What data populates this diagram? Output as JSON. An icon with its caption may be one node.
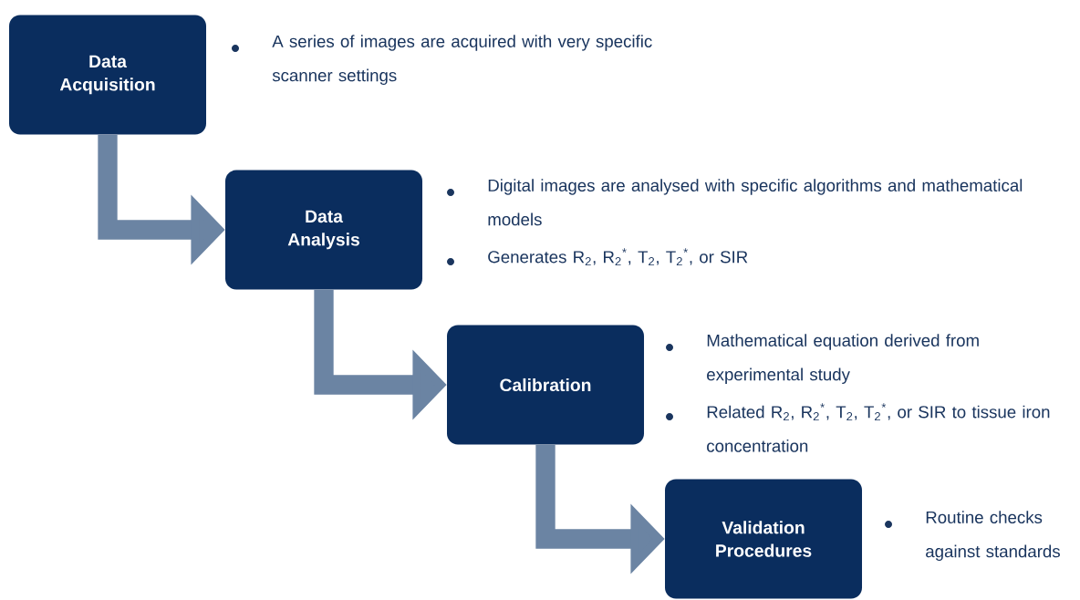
{
  "diagram": {
    "nodes": [
      {
        "text": [
          "Data Acquisition"
        ],
        "beside": [
          "A series of images are acquired with very specific scanner settings"
        ]
      },
      {
        "text": [
          "Data Analysis"
        ],
        "beside": [
          "Digital images are analysed with specific algorithms and mathematical models",
          "Generates R$_{2}$, R$_{2}$$^{*}$, T$_{2}$, T$_{2}$$^{*}$, or SIR"
        ]
      },
      {
        "text": [
          "Calibration"
        ],
        "beside": [
          "Mathematical equation derived from experimental study",
          "Related R$_{2}$, R$_{2}$$^{*}$, T$_{2}$, T$_{2}$$^{*}$, or SIR to tissue iron concentration"
        ]
      },
      {
        "text": [
          "Validation Procedures"
        ],
        "beside": [
          "Routine checks against standards"
        ]
      }
    ],
    "edges": [
      {
        "from": 0,
        "to": 1,
        "arrow": "to"
      },
      {
        "from": 1,
        "to": 2,
        "arrow": "to"
      },
      {
        "from": 2,
        "to": 3,
        "arrow": "to"
      }
    ]
  }
}
